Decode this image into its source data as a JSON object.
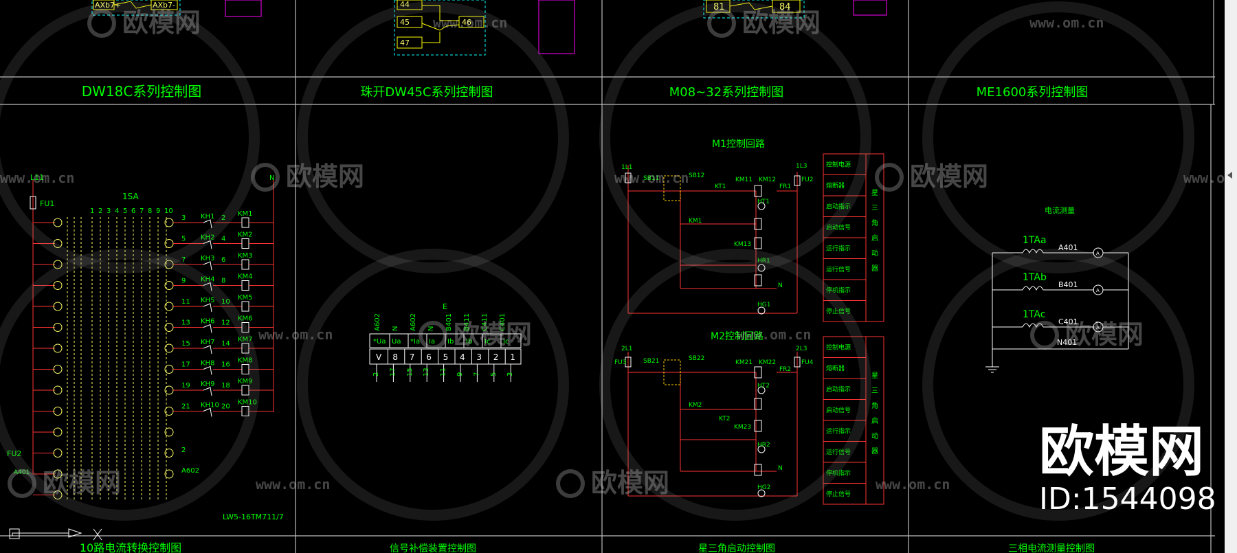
{
  "panels_top": [
    {
      "title": "DW18C系列控制图"
    },
    {
      "title": "珠开DW45C系列控制图"
    },
    {
      "title": "M08~32系列控制图"
    },
    {
      "title": "ME1600系列控制图"
    }
  ],
  "panels_bottom": [
    {
      "title": "10路电流转换控制图"
    },
    {
      "title": "信号补偿装置控制图"
    },
    {
      "title": "星三角启动控制图"
    },
    {
      "title": "三相电流测量控制图"
    }
  ],
  "top_labels": {
    "axb_left": "AXb7+",
    "axb_right": "AXb7-",
    "n44": "44",
    "n45": "45",
    "n46": "46",
    "n47": "47",
    "n81": "81",
    "n84": "84"
  },
  "switch_diagram": {
    "l11": "L11",
    "fu1": "FU1",
    "fu2": "FU2",
    "a401": "A401",
    "a602": "A602",
    "sa": "1SA",
    "model": "LW5-16TM711/7",
    "positions": [
      "1",
      "2",
      "3",
      "4",
      "5",
      "6",
      "7",
      "8",
      "9",
      "10"
    ],
    "rows": [
      {
        "left": "3",
        "kh": "KH1",
        "mid": "2",
        "km": "KM1"
      },
      {
        "left": "5",
        "kh": "KH2",
        "mid": "4",
        "km": "KM2"
      },
      {
        "left": "7",
        "kh": "KH3",
        "mid": "6",
        "km": "KM3"
      },
      {
        "left": "9",
        "kh": "KH4",
        "mid": "8",
        "km": "KM4"
      },
      {
        "left": "11",
        "kh": "KH5",
        "mid": "10",
        "km": "KM5"
      },
      {
        "left": "13",
        "kh": "KH6",
        "mid": "12",
        "km": "KM6"
      },
      {
        "left": "15",
        "kh": "KH7",
        "mid": "14",
        "km": "KM7"
      },
      {
        "left": "17",
        "kh": "KH8",
        "mid": "16",
        "km": "KM8"
      },
      {
        "left": "19",
        "kh": "KH9",
        "mid": "18",
        "km": "KM9"
      },
      {
        "left": "21",
        "kh": "KH10",
        "mid": "20",
        "km": "KM10"
      }
    ],
    "extra_2": "2",
    "n_label": "N"
  },
  "terminal_block": {
    "e_label": "E",
    "top_labels": [
      "A602",
      "N",
      "A602",
      "N",
      "B401",
      "B411",
      "C411",
      "C401"
    ],
    "upper_cells": [
      "*Ua",
      "Ua",
      "*Ia",
      "Ia",
      "Ib",
      "Ib",
      "Ic",
      "Ic"
    ],
    "lower_cells": [
      "V",
      "8",
      "7",
      "6",
      "5",
      "4",
      "3",
      "2",
      "1"
    ],
    "bottom_labels": [
      "2",
      "17",
      "15",
      "13",
      "11",
      "9",
      "7",
      "5",
      "3"
    ]
  },
  "star_delta": {
    "m1_title": "M1控制回路",
    "m2_title": "M2控制回路",
    "m1": {
      "l1": "1L1",
      "l3": "1L3",
      "fu": "FU2",
      "sb1": "SB11",
      "sb2": "SB12",
      "km11": "KM11",
      "km12": "KM12",
      "fr": "FR1",
      "kt": "KT1",
      "km1": "KM1",
      "km13": "KM13",
      "ht1": "HT1",
      "hr1": "HR1",
      "hg1": "HG1",
      "n": "N"
    },
    "m2": {
      "l1": "2L1",
      "l3": "2L3",
      "fu3": "FU3",
      "fu4": "FU4",
      "sb1": "SB21",
      "sb2": "SB22",
      "km21": "KM21",
      "km22": "KM22",
      "fr": "FR2",
      "kt": "KT2",
      "km2": "KM2",
      "km23": "KM23",
      "ht2": "HT2",
      "hr2": "HR2",
      "hg2": "HG2",
      "n": "N"
    },
    "table_rows": [
      "控制电源",
      "熔断器",
      "启动指示",
      "启动信号",
      "运行指示",
      "运行信号",
      "停机指示",
      "停止信号"
    ],
    "table_side": "星三角启动器"
  },
  "measurement": {
    "title": "电流测量",
    "cts": [
      {
        "ct": "1TAa",
        "line": "A401"
      },
      {
        "ct": "1TAb",
        "line": "B401"
      },
      {
        "ct": "1TAc",
        "line": "C401"
      }
    ],
    "n_line": "N401"
  },
  "watermark": {
    "brand": "欧模网",
    "url": "www.om.cn"
  },
  "stamp": {
    "brand": "欧模网",
    "id": "ID:1544098"
  }
}
